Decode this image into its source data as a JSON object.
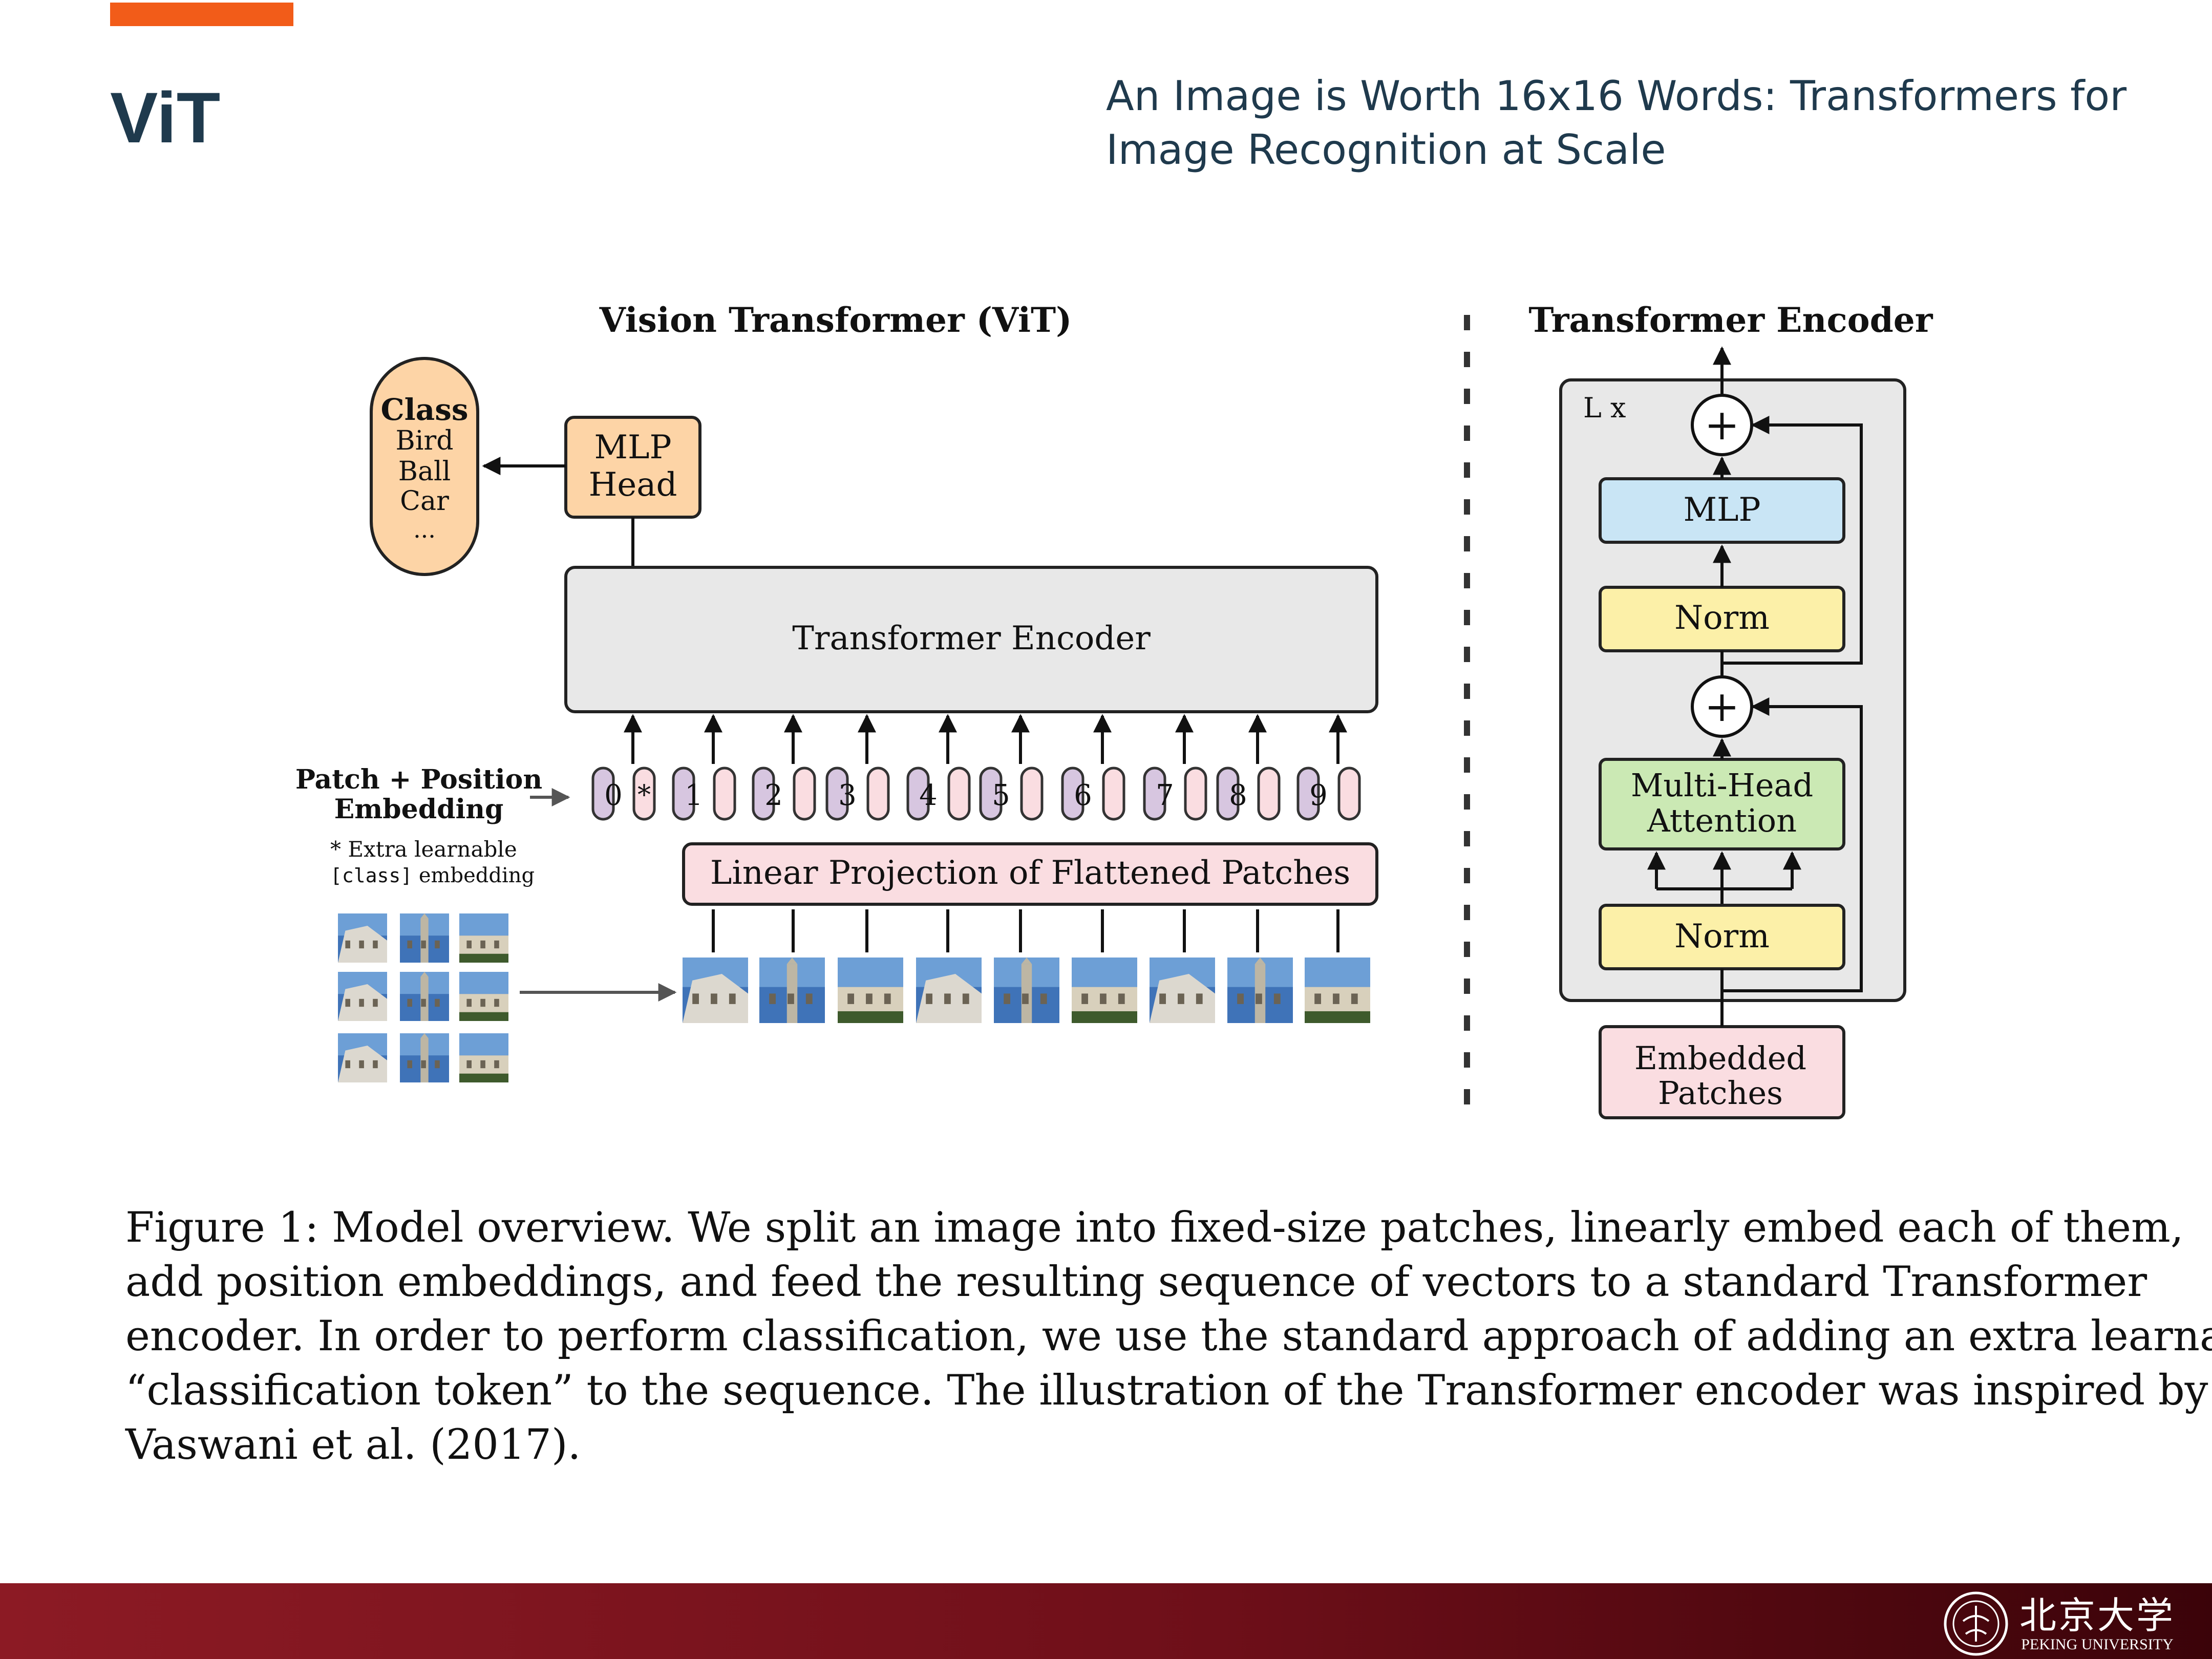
{
  "slide": {
    "title": "ViT",
    "paper_title_lines": [
      "An Image is Worth 16x16 Words: Transformers for",
      "Image Recognition at Scale"
    ]
  },
  "diagram": {
    "vit": {
      "title": "Vision Transformer (ViT)",
      "class_box": {
        "heading": "Class",
        "items": [
          "Bird",
          "Ball",
          "Car",
          "..."
        ]
      },
      "mlp_head": [
        "MLP",
        "Head"
      ],
      "encoder_label": "Transformer Encoder",
      "patch_position_label": [
        "Patch + Position",
        "Embedding"
      ],
      "extra_note": {
        "star_text": "* Extra learnable",
        "code": "[class]",
        "suffix": " embedding"
      },
      "linear_projection_label": "Linear Projection of Flattened Patches",
      "tokens": [
        "0",
        "1",
        "2",
        "3",
        "4",
        "5",
        "6",
        "7",
        "8",
        "9"
      ],
      "class_token_marker": "*"
    },
    "encoder_detail": {
      "title": "Transformer Encoder",
      "repeat_label": "L x",
      "blocks": {
        "mlp": "MLP",
        "norm_top": "Norm",
        "attention": [
          "Multi-Head",
          "Attention"
        ],
        "norm_bottom": "Norm",
        "embedded": [
          "Embedded",
          "Patches"
        ]
      },
      "add_symbol": "+"
    },
    "colors": {
      "class_box": "#fdd4a6",
      "mlp_head": "#fdd4a6",
      "encoder_box": "#e8e8e8",
      "linear_projection": "#fadde1",
      "token_number": "#d7c6e0",
      "token_embed": "#fadde1",
      "mlp_block": "#c9e5f5",
      "norm_block": "#fcf0a8",
      "attention_block": "#cbe9b4",
      "embedded_block": "#fadde1"
    }
  },
  "caption_lines": [
    "Figure 1: Model overview. We split an image into fixed-size patches, linearly embed each of them,",
    "add position embeddings, and feed the resulting sequence of vectors to a standard Transformer",
    "encoder. In order to perform classification, we use the standard approach of adding an extra learnable",
    "“classification token” to the sequence. The illustration of the Transformer encoder was inspired by",
    "Vaswani et al. (2017)."
  ],
  "footer": {
    "logo_cn": "北京大学",
    "logo_en": "PEKING UNIVERSITY",
    "logo_icon": "peking-university-seal-icon"
  }
}
